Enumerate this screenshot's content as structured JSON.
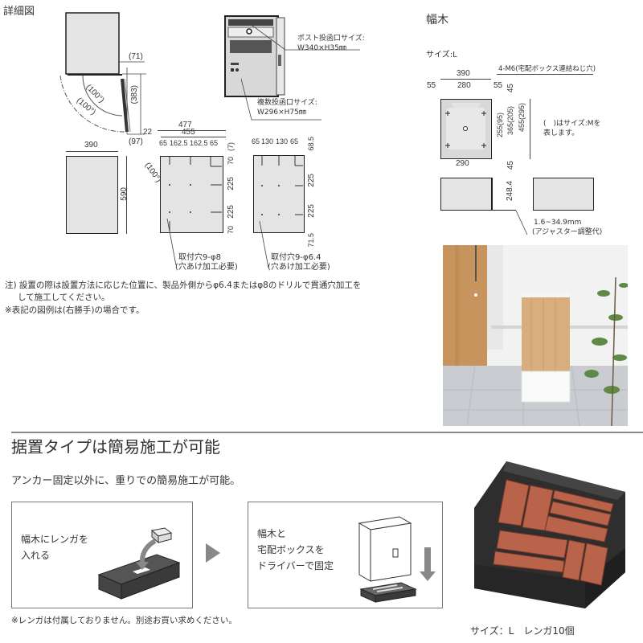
{
  "detail_section": {
    "title": "詳細図",
    "top_view": {
      "dims": {
        "offset": "(71)",
        "door_swing": "(383)",
        "angle_inner": "(100°)",
        "angle_outer": "(100°)"
      }
    },
    "front_view": {
      "callout_post": {
        "line1": "ポスト投函口サイズ:",
        "line2": "W340×H35㎜"
      },
      "callout_multi": {
        "line1": "複数投函口サイズ:",
        "line2": "W296×H75㎜"
      }
    },
    "side_view": {
      "width": "390",
      "height": "590"
    },
    "back_view_large": {
      "total_width": "477",
      "width": "455",
      "offset_left": "22",
      "door_offset": "(97)",
      "angle": "(100°)",
      "hole_spacing": [
        "65",
        "162.5",
        "162.5",
        "65"
      ],
      "vertical_dims": [
        "(7)",
        "70",
        "225",
        "225",
        "70"
      ],
      "hole_label": {
        "line1": "取付穴9-φ8",
        "line2": "(穴あけ加工必要)"
      }
    },
    "back_view_small": {
      "hole_spacing": [
        "65",
        "130",
        "130",
        "65"
      ],
      "vertical_dims": [
        "68.5",
        "225",
        "225",
        "71.5"
      ],
      "hole_label": {
        "line1": "取付穴9-φ6.4",
        "line2": "(穴あけ加工必要)"
      }
    },
    "notes": [
      "注) 設置の際は設置方法に応じた位置に、製品外側からφ6.4またはφ8のドリルで貫通穴加工を",
      "して施工してください。",
      "※表記の図例は(右勝手)の場合です。"
    ]
  },
  "baseboard_section": {
    "title": "幅木",
    "size_label": "サイズ:L",
    "screw_label": "4-M6(宅配ボックス連結ねじ穴)",
    "dims": {
      "total_width": "390",
      "left_margin": "55",
      "inner_width": "280",
      "right_margin": "55",
      "bottom_width": "290",
      "top_margin": "45",
      "bottom_margin": "45",
      "h1": "255(95)",
      "h2": "365(205)",
      "h3": "455(295)",
      "height": "248.4"
    },
    "size_m_note": {
      "line1": "(　)はサイズ:Mを",
      "line2": "表します。"
    },
    "adjuster_note": {
      "line1": "1.6~34.9mm",
      "line2": "(アジャスター調整代)"
    }
  },
  "install_section": {
    "heading": "据置タイプは簡易施工が可能",
    "subheading": "アンカー固定以外に、重りでの簡易施工が可能。",
    "steps": [
      {
        "line1": "幅木にレンガを",
        "line2": "入れる"
      },
      {
        "line1": "幅木と",
        "line2": "宅配ボックスを",
        "line3": "ドライバーで固定"
      }
    ],
    "arrow_icon": "triangle-right-icon",
    "footnote": "※レンガは付属しておりません。別途お買い求めください。",
    "photo_caption": "サイズ：L　レンガ10個"
  },
  "colors": {
    "text": "#333333",
    "diagram_fill": "#e4e4e4",
    "baseboard_dark": "#3a3a3a",
    "brick": "#b8634a",
    "divider": "#888888"
  }
}
